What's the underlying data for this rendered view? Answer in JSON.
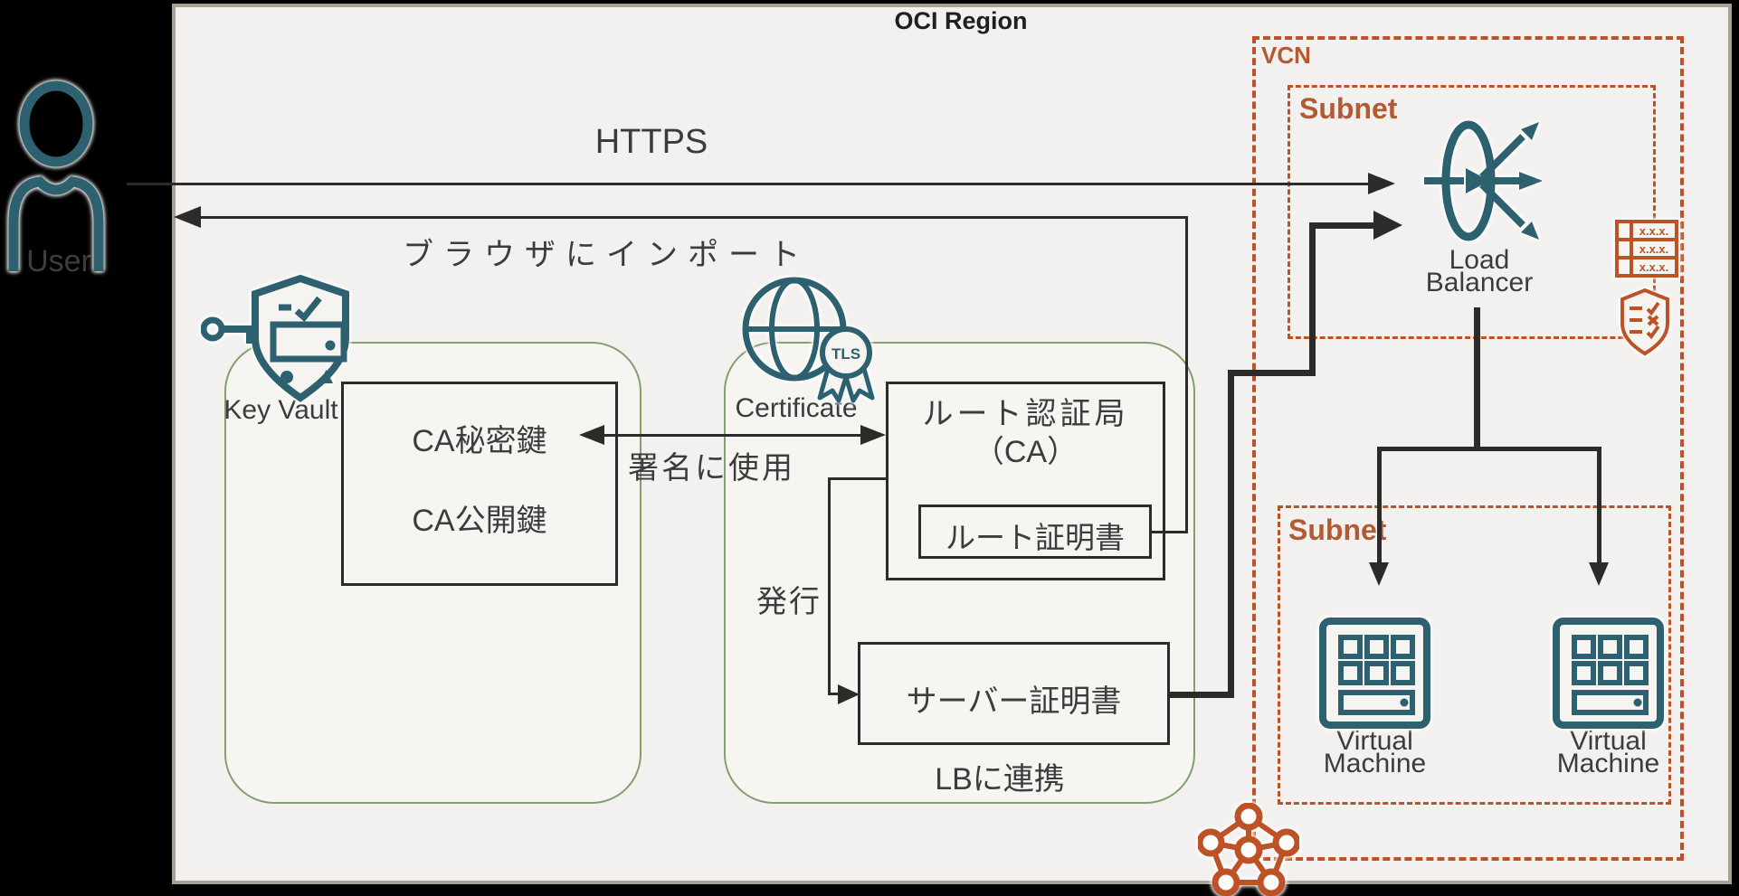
{
  "colors": {
    "teal": "#2e616f",
    "orange_border": "#bd5227",
    "orange_label": "#b25a31",
    "green_container": "#82a06d",
    "region_bg": "#f2f1ef",
    "line": "#2b2b2b",
    "text": "#3c3c3c",
    "canvas_bg": "#000000"
  },
  "region": {
    "title": "OCI Region"
  },
  "user": {
    "label": "User"
  },
  "flows": {
    "https": "HTTPS",
    "browser_import": "ブラウザにインポート",
    "sign": "署名に使用",
    "issue": "発行",
    "lb_link": "LBに連携"
  },
  "key_vault": {
    "label": "Key Vault",
    "ca_private_key": "CA秘密鍵",
    "ca_public_key": "CA公開鍵"
  },
  "certificate": {
    "label": "Certificate",
    "badge": "TLS",
    "root_ca_line1": "ルート認証局",
    "root_ca_line2": "（CA）",
    "root_cert": "ルート証明書",
    "server_cert": "サーバー証明書"
  },
  "vcn": {
    "label": "VCN",
    "subnet_lb": {
      "label": "Subnet",
      "lb_line1": "Load",
      "lb_line2": "Balancer",
      "route_table": [
        "x.x.x.",
        "x.x.x.",
        "x.x.x."
      ]
    },
    "subnet_vm": {
      "label": "Subnet",
      "vm1_line1": "Virtual",
      "vm1_line2": "Machine",
      "vm2_line1": "Virtual",
      "vm2_line2": "Machine"
    }
  }
}
